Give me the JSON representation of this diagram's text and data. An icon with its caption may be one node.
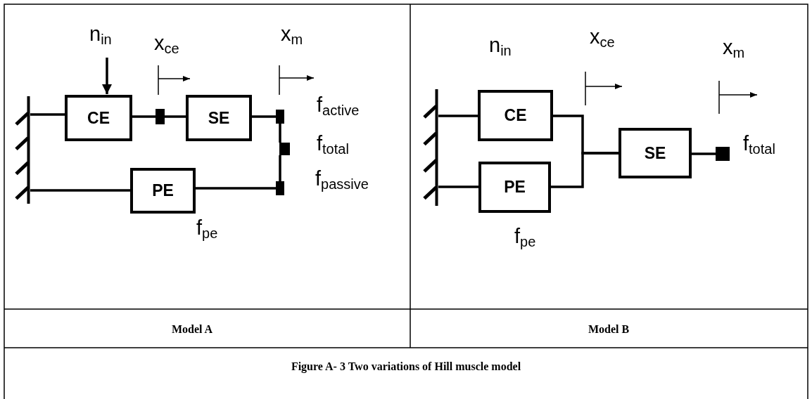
{
  "diagram": {
    "caption": "Figure A- 3 Two variations of Hill muscle model",
    "nodes": [
      {
        "text": [
          "n$_{in}$"
        ]
      },
      {
        "text": [],
        "shape": "bar"
      },
      {
        "text": [
          "CE"
        ]
      },
      {
        "text": [],
        "shape": "box"
      },
      {
        "text": [
          "SE"
        ]
      },
      {
        "text": [],
        "shape": "box"
      },
      {
        "text": [],
        "shape": "box"
      },
      {
        "text": [
          "PE"
        ]
      },
      {
        "text": [],
        "shape": "box"
      },
      {
        "text": [],
        "shape": "bar"
      },
      {
        "text": [
          "CE"
        ]
      },
      {
        "text": [
          "PE"
        ]
      },
      {
        "text": [
          "SE"
        ]
      },
      {
        "text": [],
        "shape": "box"
      }
    ],
    "edges": [
      {
        "from": 0,
        "to": 2,
        "arrow": "to"
      },
      {
        "from": 1,
        "to": 2,
        "arrow": "none"
      },
      {
        "from": 2,
        "to": 3,
        "arrow": "none"
      },
      {
        "from": 3,
        "to": 4,
        "arrow": "none"
      },
      {
        "from": 4,
        "to": 5,
        "arrow": "none"
      },
      {
        "from": 5,
        "to": 6,
        "arrow": "none"
      },
      {
        "from": 6,
        "to": 8,
        "arrow": "none"
      },
      {
        "from": 1,
        "to": 7,
        "arrow": "none"
      },
      {
        "from": 7,
        "to": 8,
        "arrow": "none"
      },
      {
        "from": 9,
        "to": 10,
        "arrow": "none"
      },
      {
        "from": 9,
        "to": 11,
        "arrow": "none"
      },
      {
        "from": 10,
        "to": 12,
        "arrow": "none"
      },
      {
        "from": 11,
        "to": 12,
        "arrow": "none"
      },
      {
        "from": 12,
        "to": 13,
        "arrow": "none"
      }
    ],
    "labels": [
      "x$_{ce}$",
      "x$_{m}$",
      "f$_{active}$",
      "f$_{total}$",
      "f$_{passive}$",
      "f$_{pe}$",
      "n$_{in}$",
      "x$_{ce}$",
      "x$_{m}$",
      "f$_{total}$",
      "f$_{pe}$",
      "Model A",
      "Model B"
    ]
  }
}
